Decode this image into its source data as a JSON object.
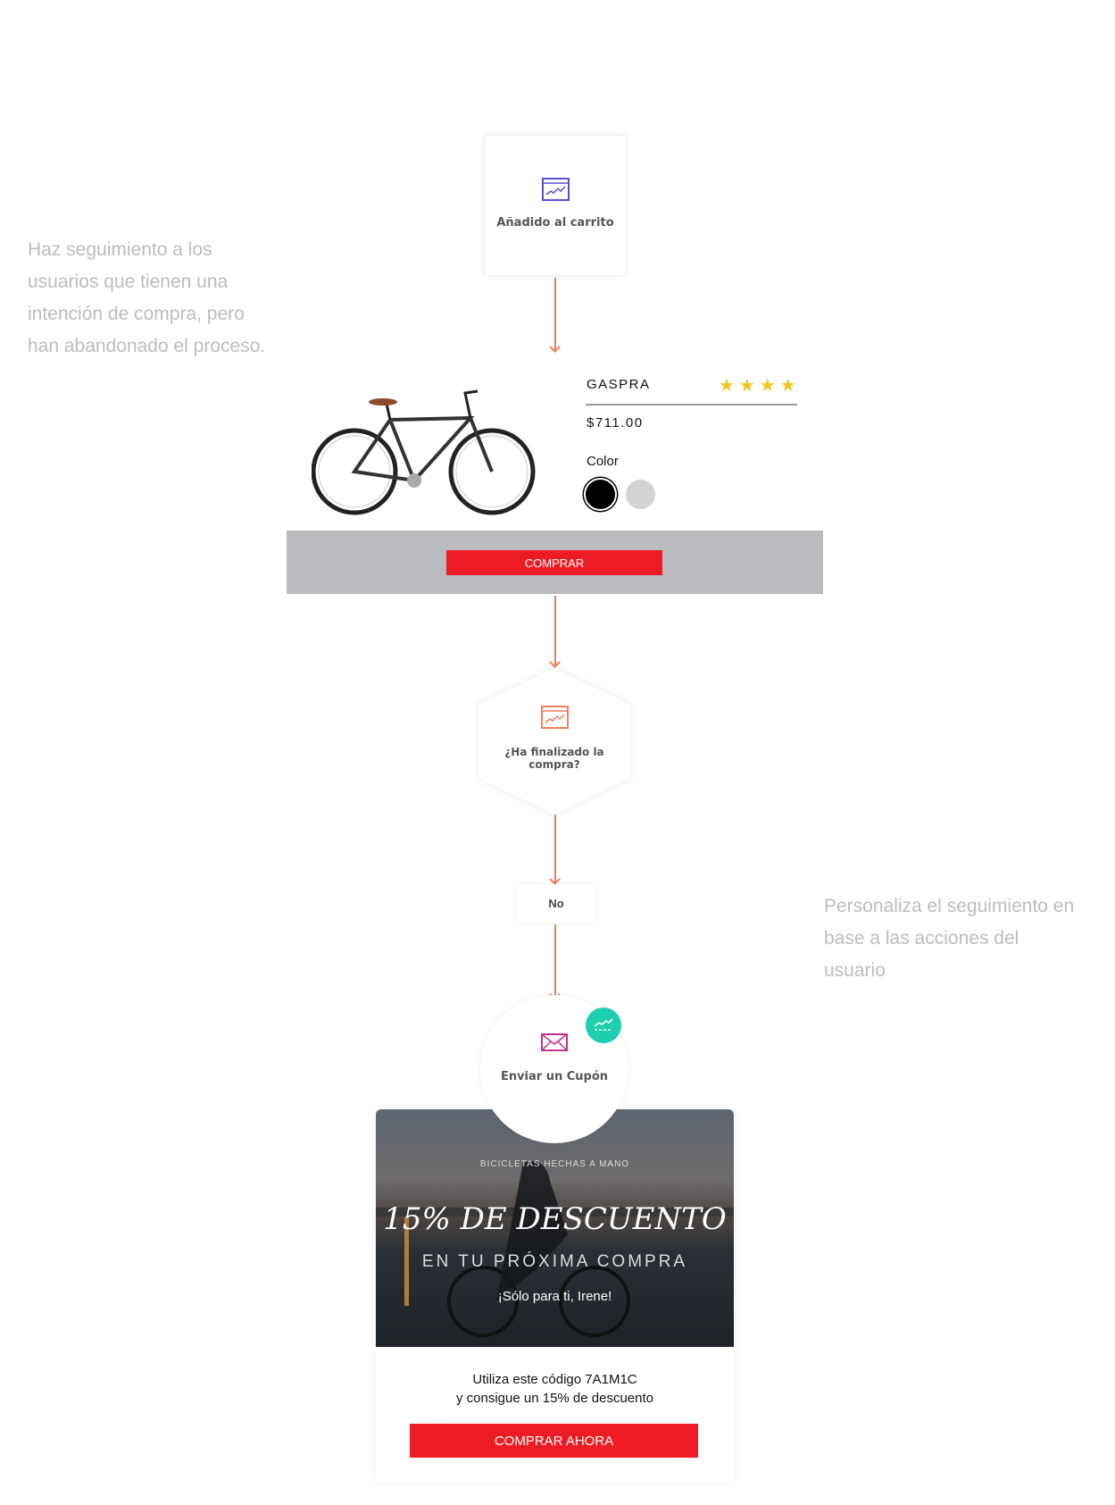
{
  "left_text": [
    "Haz seguimiento a los",
    "usuarios que tienen una",
    "intención de compra, pero",
    "han abandonado el proceso."
  ],
  "right_text": [
    "Personaliza el seguimiento en",
    "base a las acciones del",
    "usuario"
  ],
  "step_cart": {
    "label": "Añadido al carrito",
    "icon": "browser-chart-icon"
  },
  "product": {
    "name": "GASPRA",
    "rating": 4,
    "price": "$711.00",
    "color_label": "Color",
    "colors": [
      "#000000",
      "#d3d3d3"
    ],
    "buy_label": "COMPRAR"
  },
  "step_check": {
    "label": "¿Ha finalizado la compra?",
    "icon": "browser-chart-icon"
  },
  "branch": {
    "label": "No"
  },
  "step_coupon": {
    "label": "Enviar un Cupón",
    "icon": "envelope-icon",
    "badge_icon": "analytics-icon"
  },
  "coupon": {
    "tagline": "BICICLETAS HECHAS A MANO",
    "headline": "15% DE DESCUENTO",
    "subheadline": "EN TU PRÓXIMA COMPRA",
    "greeting": "¡Sólo para ti, Irene!",
    "line1": "Utiliza este código 7A1M1C",
    "line2": "y consigue un 15% de descuento",
    "cta": "COMPRAR AHORA"
  },
  "colors": {
    "accent": "#f47d5a",
    "red": "#ed1c24",
    "teal": "#1ccfae",
    "purple": "#5b4fcf"
  }
}
